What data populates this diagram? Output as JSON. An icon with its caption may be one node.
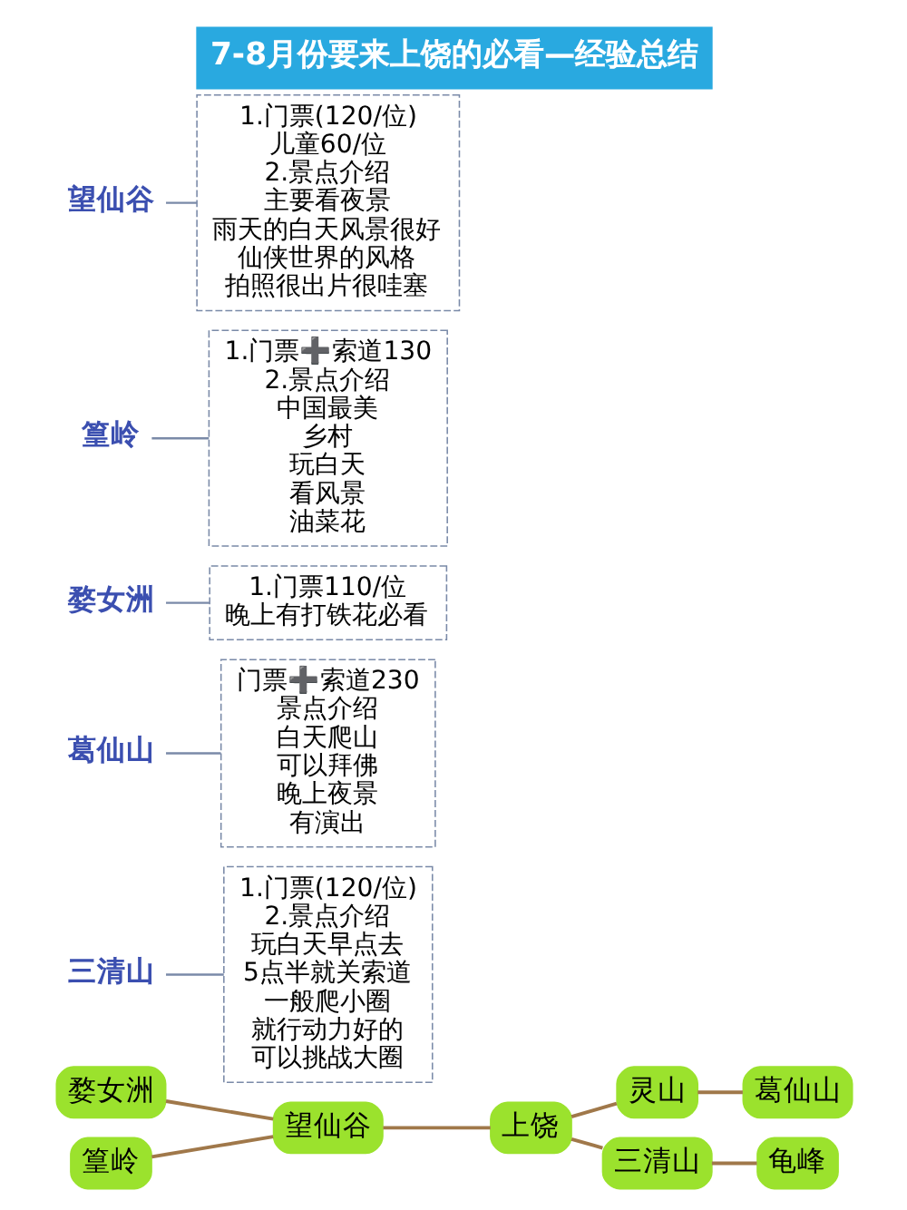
{
  "diagram": {
    "title": "7-8月份要来上饶的必看—经验总结",
    "nodes": [
      {
        "text": [
          "婺女洲"
        ]
      },
      {
        "text": [
          "篁岭"
        ]
      },
      {
        "text": [
          "望仙谷"
        ]
      },
      {
        "text": [
          "上饶"
        ]
      },
      {
        "text": [
          "灵山"
        ]
      },
      {
        "text": [
          "三清山"
        ]
      },
      {
        "text": [
          "葛仙山"
        ]
      },
      {
        "text": [
          "龟峰"
        ]
      },
      {
        "text": [
          "三清山"
        ]
      },
      {
        "text": [
          "1.门票(120/位)",
          "2.景点介绍",
          "玩白天早点去",
          "5点半就关索道",
          "一般爬小圈",
          "就行动力好的",
          "可以挑战大圈"
        ]
      },
      {
        "text": [
          "葛仙山"
        ]
      },
      {
        "text": [
          "门票➕索道230",
          "景点介绍",
          "白天爬山",
          "可以拜佛",
          "晚上夜景",
          "有演出"
        ]
      },
      {
        "text": [
          "婺女洲"
        ]
      },
      {
        "text": [
          "1.门票110/位",
          "晚上有打铁花必看"
        ]
      },
      {
        "text": [
          "篁岭"
        ]
      },
      {
        "text": [
          "1.门票➕索道130",
          "2.景点介绍",
          "中国最美",
          "乡村",
          "玩白天",
          "看风景",
          "油菜花"
        ]
      },
      {
        "text": [
          "望仙谷"
        ]
      },
      {
        "text": [
          "1.门票(120/位)",
          "儿童60/位",
          "2.景点介绍",
          "主要看夜景",
          "雨天的白天风景很好",
          "仙侠世界的风格",
          "拍照很出片很哇塞"
        ]
      }
    ],
    "edges": [
      {
        "from": 0,
        "to": 2,
        "arrow": "none"
      },
      {
        "from": 1,
        "to": 2,
        "arrow": "none"
      },
      {
        "from": 2,
        "to": 3,
        "arrow": "none"
      },
      {
        "from": 3,
        "to": 4,
        "arrow": "none"
      },
      {
        "from": 4,
        "to": 6,
        "arrow": "none"
      },
      {
        "from": 3,
        "to": 5,
        "arrow": "none"
      },
      {
        "from": 5,
        "to": 7,
        "arrow": "none"
      },
      {
        "from": 8,
        "to": 9,
        "arrow": "none",
        "color": "#7a8aa8"
      },
      {
        "from": 10,
        "to": 11,
        "arrow": "none",
        "color": "#7a8aa8"
      },
      {
        "from": 12,
        "to": 13,
        "arrow": "none",
        "color": "#7a8aa8"
      },
      {
        "from": 14,
        "to": 15,
        "arrow": "none",
        "color": "#7a8aa8"
      },
      {
        "from": 16,
        "to": 17,
        "arrow": "none",
        "color": "#7a8aa8"
      }
    ]
  }
}
